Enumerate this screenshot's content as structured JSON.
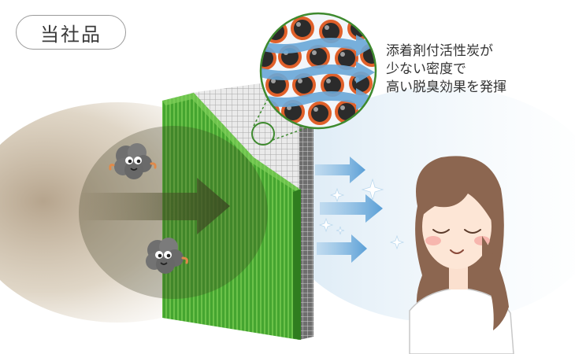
{
  "badge": {
    "label": "当社品"
  },
  "caption": {
    "line1": "添着剤付活性炭が",
    "line2": "少ない密度で",
    "line3": "高い脱臭効果を発揮"
  },
  "colors": {
    "filter_green": "#3f9a2c",
    "filter_green_light": "#5cbf3b",
    "carbon_grid": "#a8a8a8",
    "airflow_blue": "#6aa8d8",
    "odor_brown": "#8a6a3c",
    "carbon_core": "#2b2b2b",
    "carbon_coat": "#e0602a",
    "magnifier_ring": "#3e8a2e"
  },
  "icons": {
    "odor": "smiling-odor-cloud-icon",
    "sparkle": "sparkle-icon",
    "arrow": "airflow-arrow-icon",
    "magnifier": "magnifier-circle-icon"
  }
}
